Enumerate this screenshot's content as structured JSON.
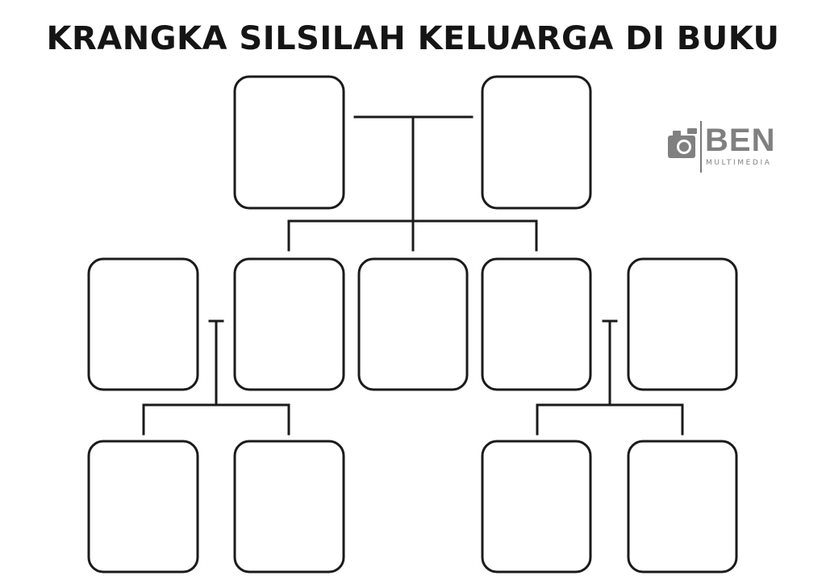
{
  "title": "KRANGKA SILSILAH KELUARGA DI BUKU",
  "logo": {
    "name": "BEN",
    "tagline": "MULTIMEDIA",
    "color": "#808080"
  },
  "colors": {
    "line": "#1b1b1b",
    "box_fill": "#ffffff",
    "background": "#ffffff"
  },
  "tree": {
    "generations": 3,
    "members_per_generation": [
      2,
      5,
      4
    ],
    "members": [
      {
        "id": "g1-left",
        "label": ""
      },
      {
        "id": "g1-right",
        "label": ""
      },
      {
        "id": "g2-1",
        "label": ""
      },
      {
        "id": "g2-2",
        "label": ""
      },
      {
        "id": "g2-3",
        "label": ""
      },
      {
        "id": "g2-4",
        "label": ""
      },
      {
        "id": "g2-5",
        "label": ""
      },
      {
        "id": "g3-1",
        "label": ""
      },
      {
        "id": "g3-2",
        "label": ""
      },
      {
        "id": "g3-3",
        "label": ""
      },
      {
        "id": "g3-4",
        "label": ""
      }
    ]
  }
}
